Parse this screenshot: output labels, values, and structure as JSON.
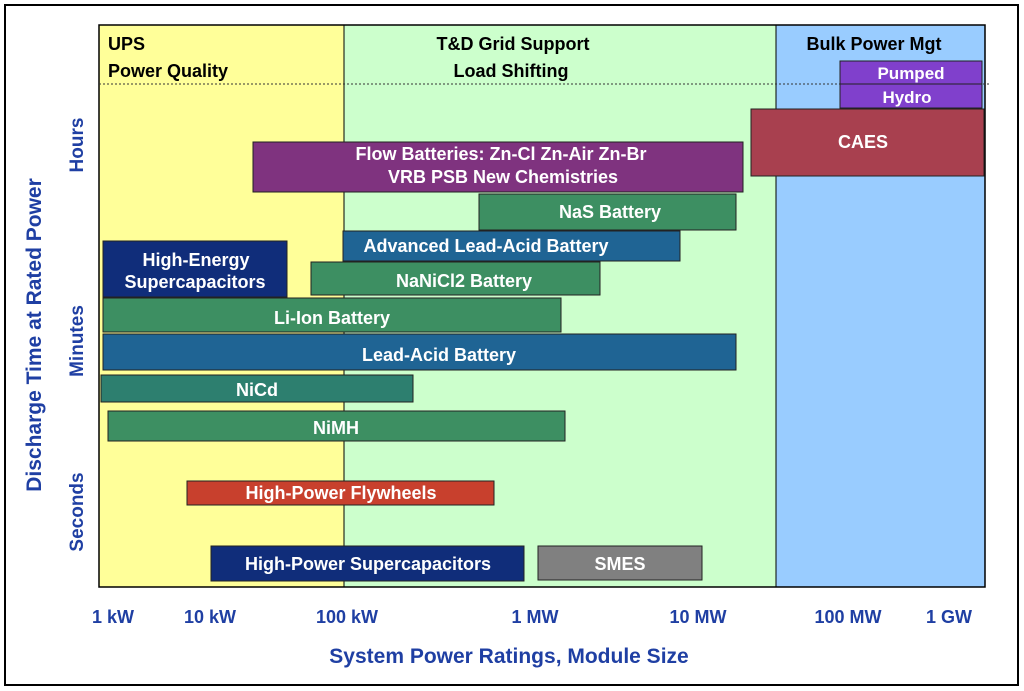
{
  "figure": {
    "y_title": "Discharge Time at Rated Power",
    "x_title": "System Power Ratings, Module Size",
    "regions": [
      {
        "line1": "UPS",
        "line2": "Power Quality",
        "color": "#ffff99"
      },
      {
        "line1": "T&D Grid Support",
        "line2": "Load Shifting",
        "color": "#ccffcc"
      },
      {
        "line1": "Bulk Power Mgt",
        "line2": "",
        "color": "#99ccff"
      }
    ],
    "y_ticks": [
      "Hours",
      "Minutes",
      "Seconds"
    ],
    "x_ticks": [
      "1 kW",
      "10 kW",
      "100 kW",
      "1 MW",
      "10 MW",
      "100 MW",
      "1 GW"
    ],
    "text_color": "#1f3fa3"
  },
  "technologies": [
    {
      "id": "pumped-hydro",
      "lines": [
        "Pumped",
        "Hydro"
      ],
      "color": "#8040cc"
    },
    {
      "id": "caes",
      "lines": [
        "CAES"
      ],
      "color": "#a8404f"
    },
    {
      "id": "flow-batteries",
      "lines": [
        "Flow Batteries:  Zn-Cl    Zn-Air    Zn-Br",
        "VRB        PSB       New Chemistries"
      ],
      "color": "#7f337f"
    },
    {
      "id": "nas-battery",
      "lines": [
        "NaS Battery"
      ],
      "color": "#3d8f62"
    },
    {
      "id": "advanced-lead-acid",
      "lines": [
        "Advanced Lead-Acid Battery"
      ],
      "color": "#1f6494"
    },
    {
      "id": "high-energy-supercapacitors",
      "lines": [
        "High-Energy",
        "Supercapacitors"
      ],
      "color": "#102d7a"
    },
    {
      "id": "nanicl-battery",
      "lines": [
        "NaNiCl2 Battery"
      ],
      "color": "#3d8f62"
    },
    {
      "id": "li-ion-battery",
      "lines": [
        "Li-Ion Battery"
      ],
      "color": "#3d8f62"
    },
    {
      "id": "lead-acid-battery",
      "lines": [
        "Lead-Acid Battery"
      ],
      "color": "#1f6494"
    },
    {
      "id": "nicd",
      "lines": [
        "NiCd"
      ],
      "color": "#2d7f6f"
    },
    {
      "id": "nimh",
      "lines": [
        "NiMH"
      ],
      "color": "#3d8f62"
    },
    {
      "id": "high-power-flywheels",
      "lines": [
        "High-Power Flywheels"
      ],
      "color": "#c8402d"
    },
    {
      "id": "high-power-supercapacitors",
      "lines": [
        "High-Power Supercapacitors"
      ],
      "color": "#102d7a"
    },
    {
      "id": "smes",
      "lines": [
        "SMES"
      ],
      "color": "#808080"
    }
  ]
}
